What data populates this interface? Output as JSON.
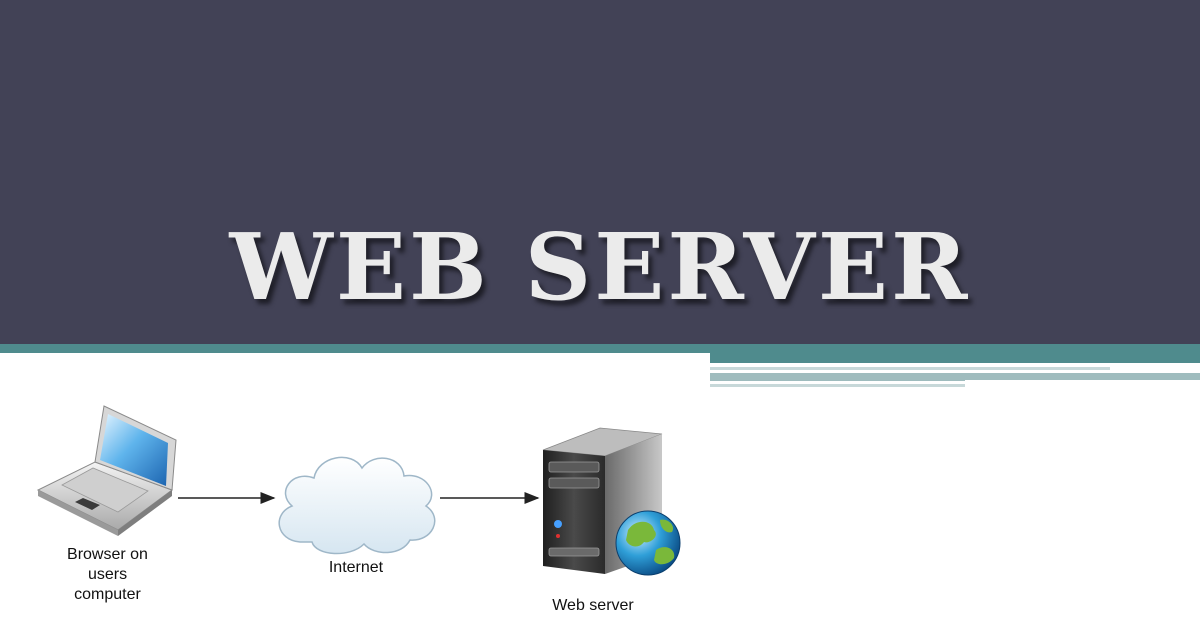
{
  "title": "WEB SERVER",
  "diagram": {
    "nodes": {
      "browser": {
        "label": "Browser on\nusers\ncomputer",
        "icon": "laptop-icon"
      },
      "internet": {
        "label": "Internet",
        "icon": "cloud-icon"
      },
      "server": {
        "label": "Web server",
        "icon": "server-tower-icon",
        "badge_icon": "globe-icon"
      }
    },
    "edges": [
      {
        "from": "browser",
        "to": "internet"
      },
      {
        "from": "internet",
        "to": "server"
      }
    ]
  },
  "colors": {
    "banner": "#424256",
    "title": "#ebebeb",
    "stripe": "#4f8b8d"
  }
}
